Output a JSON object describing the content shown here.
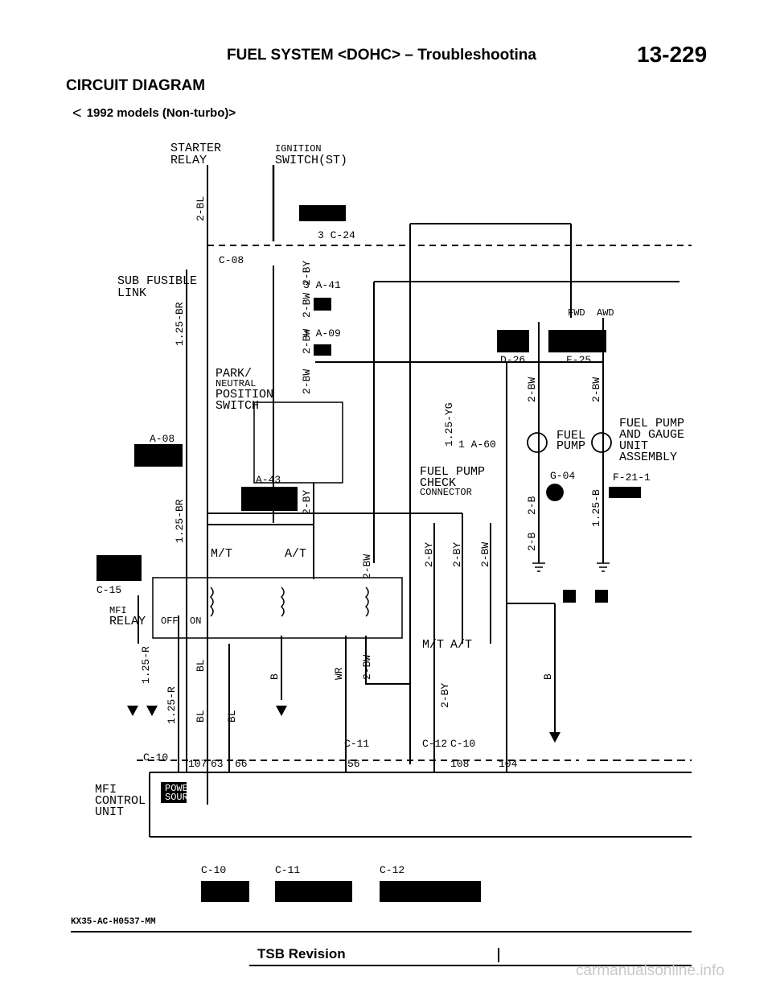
{
  "header": {
    "title": "FUEL SYSTEM <DOHC> – Troubleshootina",
    "page_number": "13-229"
  },
  "section": {
    "title": "CIRCUIT DIAGRAM",
    "subtitle_bracket": "<",
    "subtitle": "1992 models (Non-turbo)>"
  },
  "components": {
    "starter_relay": "STARTER\nRELAY",
    "ignition_switch": "IGNITION\nSWITCH(ST)",
    "sub_fusible_link": "SUB FUSIBLE\nLINK",
    "park_neutral": "PARK/\nNEUTRAL\nPOSITION\nSWITCH",
    "fuel_pump": "FUEL\nPUMP",
    "fuel_pump_gauge": "FUEL PUMP\nAND GAUGE\nUNIT\nASSEMBLY",
    "fuel_pump_check": "FUEL PUMP\nCHECK\nCONNECTOR",
    "mfi_relay": "MFI\nRELAY",
    "mfi_control": "MFI\nCONTROL\nUNIT",
    "power_source": "POWER\nSOURCE",
    "fwd": "FWD",
    "awd": "AWD",
    "mt": "M/T",
    "at": "A/T",
    "off": "OFF",
    "on": "ON"
  },
  "connectors": {
    "c24": "3 C-24",
    "c08": "C-08",
    "a41": "3 A-41",
    "a09": "1 A-09",
    "d26": "D-26",
    "f25": "F-25",
    "a08": "A-08",
    "a60": "1 A-60",
    "a43": "A-43",
    "g04": "G-04",
    "f211": "F-21-1",
    "c15": "C-15",
    "c10": "C-10",
    "c11": "C-11",
    "c12": "C-12"
  },
  "wires": {
    "w1": "2-BL",
    "w2": "1.25-BR",
    "w3": "2-BW",
    "w4": "2-BY",
    "w5": "1.25-YG",
    "w6": "1.25-R",
    "w7": "BL",
    "w8": "B",
    "w9": "WR",
    "w10": "2-B",
    "w11": "1.25-B"
  },
  "pins": {
    "p107": "107",
    "p63": "63",
    "p66": "66",
    "p56": "56",
    "p108": "108",
    "p104": "104"
  },
  "footer": {
    "code": "KX35-AC-H0537-MM",
    "revision": "Revision",
    "revision_prefix": "TSB",
    "watermark": "carmanualsonline.info"
  }
}
